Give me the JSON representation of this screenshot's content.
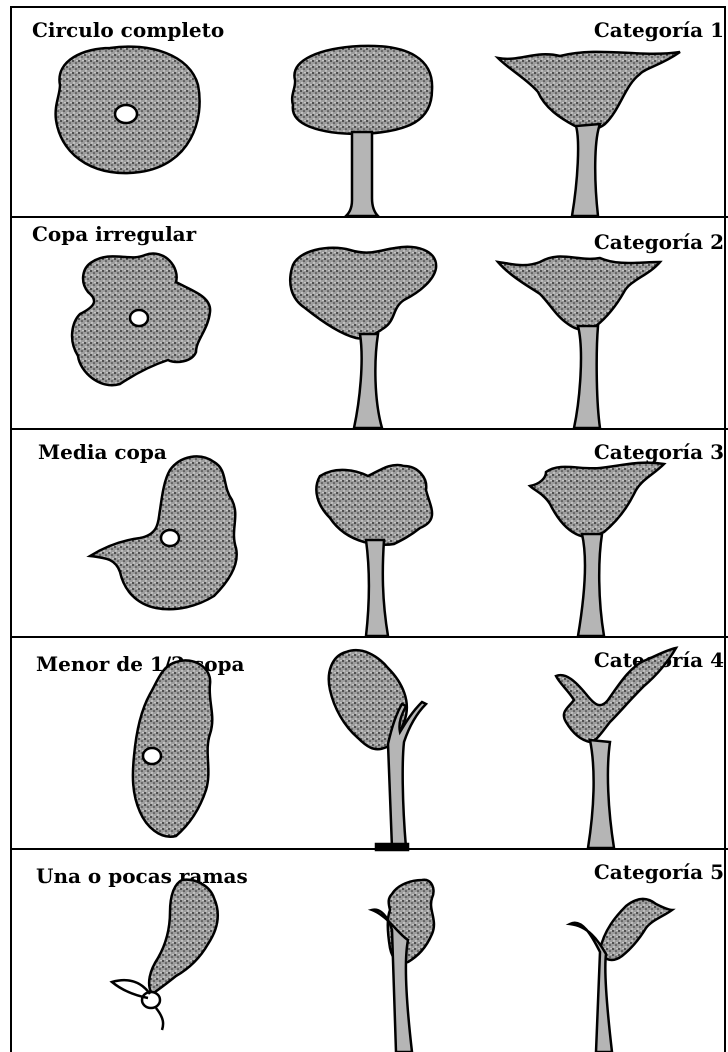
{
  "rows": [
    {
      "title": "Circulo completo",
      "category": "Categoría 1"
    },
    {
      "title": "Copa irregular",
      "category": "Categoría 2"
    },
    {
      "title": "Media copa",
      "category": "Categoría 3"
    },
    {
      "title": "Menor de 1/2 copa",
      "category": "Categoría 4"
    },
    {
      "title": "Una o pocas ramas",
      "category": "Categoría 5"
    }
  ]
}
